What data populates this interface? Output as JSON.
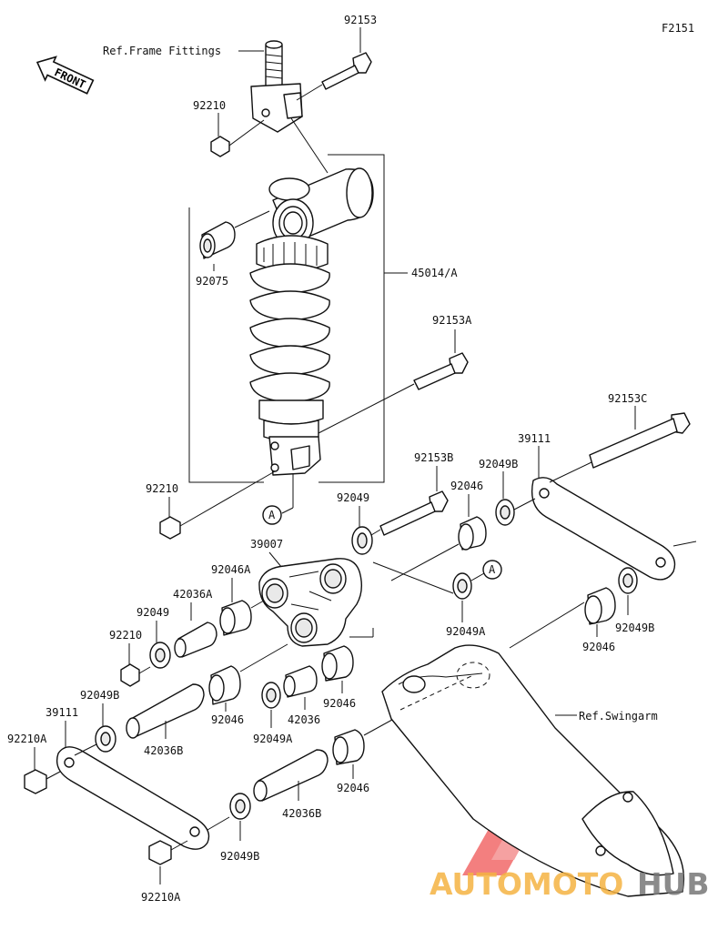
{
  "figure_code": "F2151",
  "front_label": "FRONT",
  "ref_labels": {
    "frame": "Ref.Frame Fittings",
    "swingarm": "Ref.Swingarm"
  },
  "callout_letter": "A",
  "parts": {
    "p92153": "92153",
    "p92210_top": "92210",
    "p92075": "92075",
    "p45014A": "45014/A",
    "p92153A": "92153A",
    "p92210_mid": "92210",
    "p92153C": "92153C",
    "p39111_right": "39111",
    "p92049B_top": "92049B",
    "p92153B": "92153B",
    "p92046_top": "92046",
    "p92049_top": "92049",
    "p39007": "39007",
    "p92046A": "92046A",
    "p42036A": "42036A",
    "p92049_left": "92049",
    "p92210_left": "92210",
    "p92049A_right": "92049A",
    "p92049B_right": "92049B",
    "p92046_right": "92046",
    "p92046_center": "92046",
    "p92046_mid": "92046",
    "p42036": "42036",
    "p92049A_center": "92049A",
    "p92049B_left": "92049B",
    "p39111_left": "39111",
    "p92210A_left": "92210A",
    "p42036B_upper": "42036B",
    "p92046_low": "92046",
    "p42036B_lower": "42036B",
    "p92049B_bottom": "92049B",
    "p92210A_bottom": "92210A"
  },
  "watermark": {
    "part1": "AUTOMOTO",
    "part2": "HUB",
    "color1": "#f5b342",
    "color2": "#777777",
    "logo_color": "#ee3b3b"
  }
}
